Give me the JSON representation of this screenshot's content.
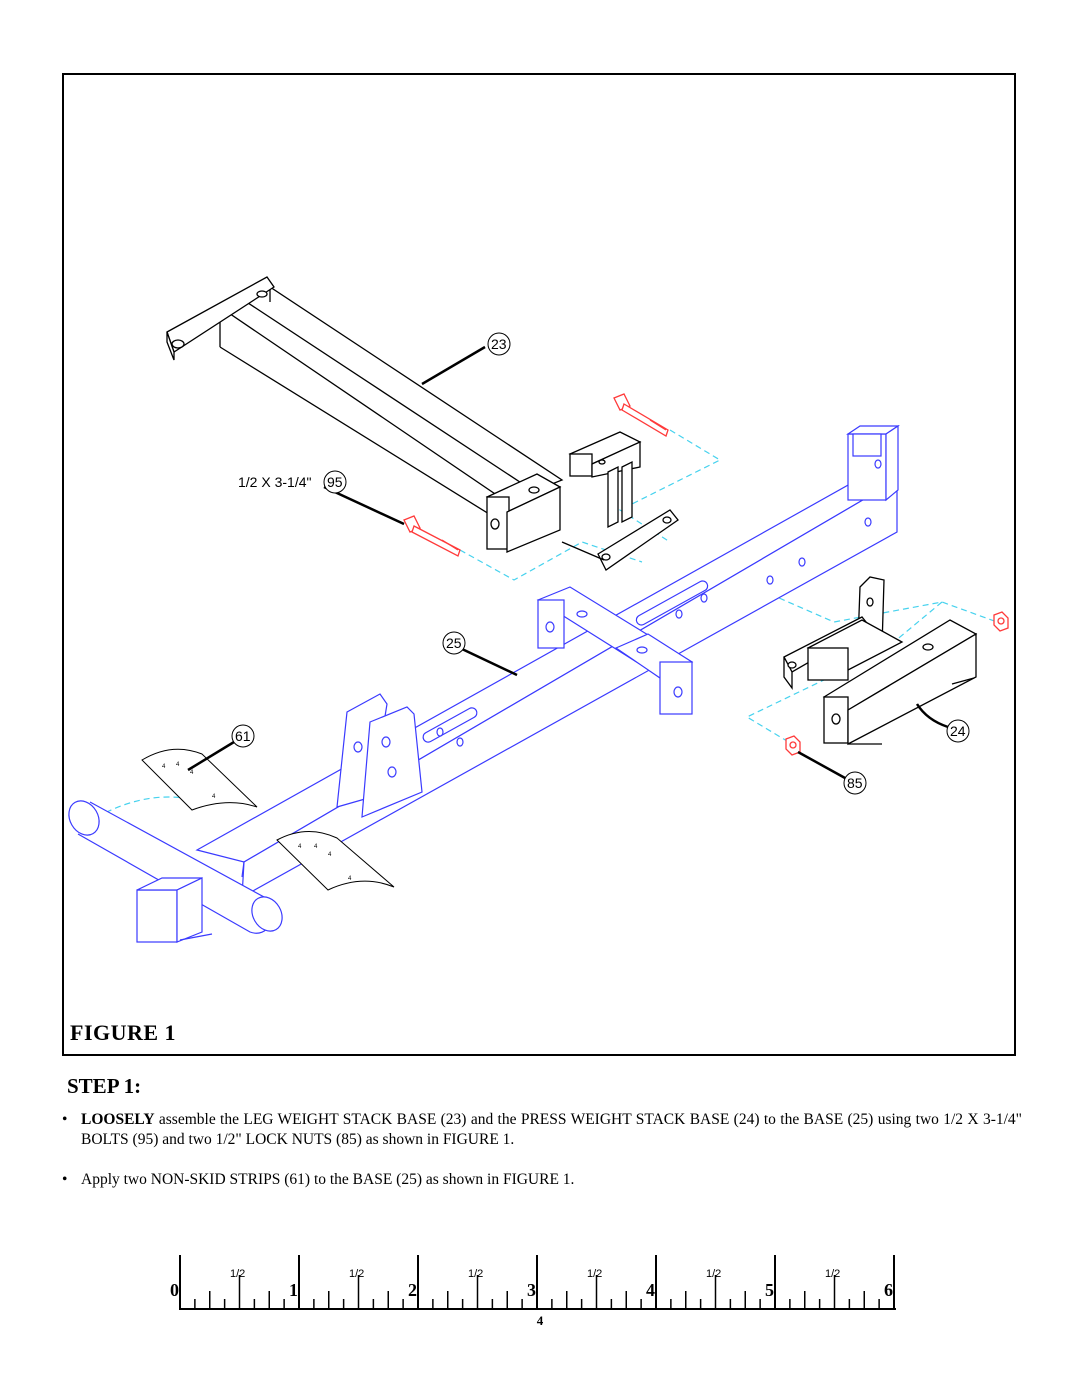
{
  "figure": {
    "label": "FIGURE 1",
    "callouts": {
      "leg_base": "23",
      "bolt_size": "1/2 X 3-1/4\"",
      "bolt": "95",
      "base": "25",
      "strips": "61",
      "press_base": "24",
      "nut": "85"
    }
  },
  "step": {
    "title": "STEP 1:",
    "bullets": [
      {
        "emphasis": "LOOSELY",
        "text": " assemble the LEG WEIGHT STACK BASE (23) and the PRESS WEIGHT STACK BASE (24) to the BASE (25) using two 1/2 X 3-1/4\" BOLTS (95) and two 1/2\" LOCK NUTS (85) as shown in FIGURE 1."
      },
      {
        "emphasis": "",
        "text": "Apply two NON-SKID STRIPS (61) to the BASE (25) as shown in FIGURE 1."
      }
    ],
    "bullet_char": "•"
  },
  "ruler": {
    "numbers": [
      "0",
      "1",
      "2",
      "3",
      "4",
      "5",
      "6"
    ],
    "half_label": "1/2"
  },
  "page_number": "4",
  "colors": {
    "frame_line": "#3a3aff",
    "bolt_hardware": "#ff3a3a",
    "dashed_guide": "#46d2ee",
    "ink": "#000000"
  }
}
